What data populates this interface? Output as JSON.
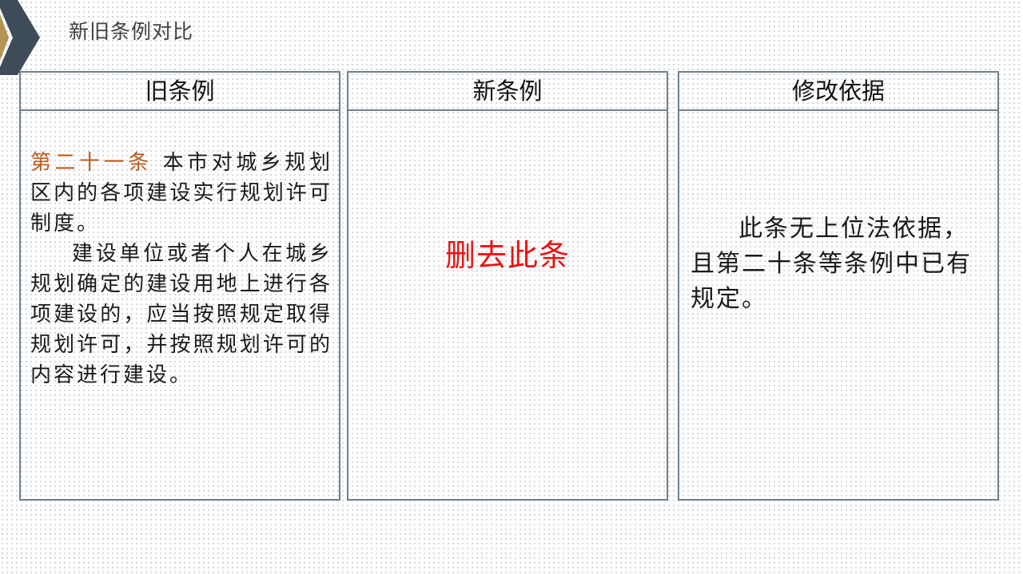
{
  "slide": {
    "title": "新旧条例对比"
  },
  "columns": {
    "old": {
      "header": "旧条例",
      "article_number": "第二十一条",
      "paragraph1_text": "本市对城乡规划区内的各项建设实行规划许可制度。",
      "paragraph2_text": "建设单位或者个人在城乡规划确定的建设用地上进行各项建设的，应当按照规定取得规划许可，并按照规划许可的内容进行建设。"
    },
    "new": {
      "header": "新条例",
      "body": "删去此条"
    },
    "basis": {
      "header": "修改依据",
      "body": "此条无上位法依据，且第二十条等条例中已有规定。"
    }
  },
  "colors": {
    "border": "#6f7f8d",
    "article_number": "#c05a1c",
    "deleted_text": "#ee1111",
    "chevron_outer": "#3e4b59",
    "chevron_inner": "#b39455"
  },
  "icons": {
    "title_marker": "chevron-right-icon"
  }
}
